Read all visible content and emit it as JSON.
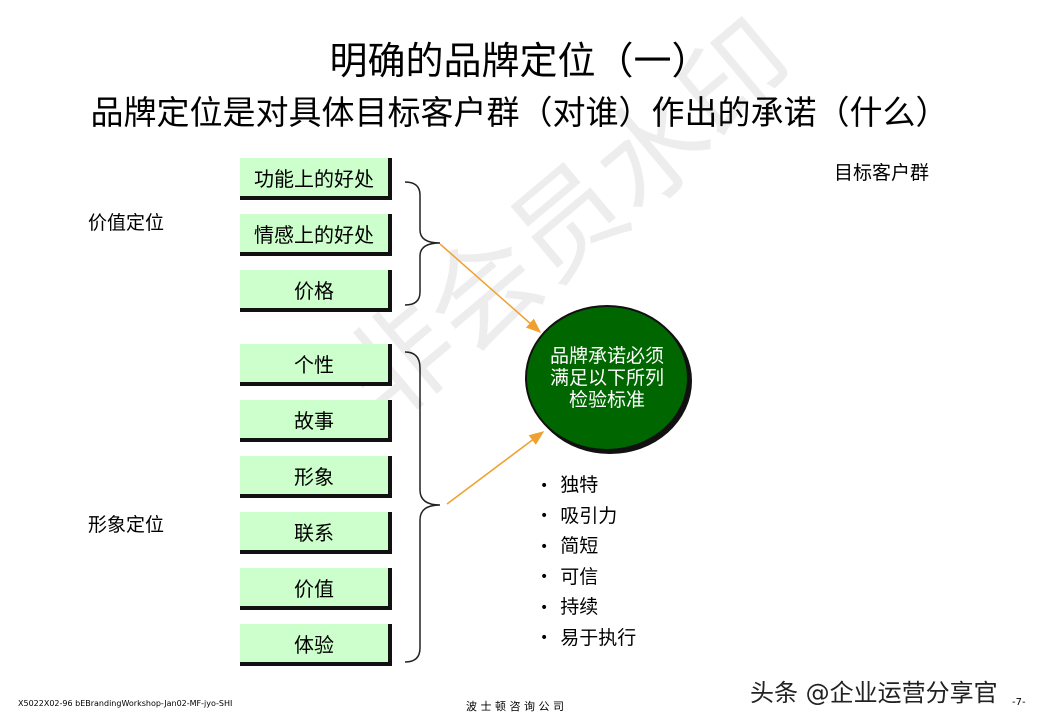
{
  "title": "明确的品牌定位（一）",
  "subtitle": "品牌定位是对具体目标客户群（对谁）作出的承诺（什么）",
  "value_positioning": {
    "label": "价值定位",
    "items": [
      "功能上的好处",
      "情感上的好处",
      "价格"
    ]
  },
  "image_positioning": {
    "label": "形象定位",
    "items": [
      "个性",
      "故事",
      "形象",
      "联系",
      "价值",
      "体验"
    ]
  },
  "target_label": "目标客户群",
  "promise": "品牌承诺必须满足以下所列检验标准",
  "criteria": [
    "独特",
    "吸引力",
    "简短",
    "可信",
    "持续",
    "易于执行"
  ],
  "watermark": "非会员水印",
  "footer": {
    "left": "X5022X02-96 bEBrandingWorkshop-Jan02-MF-jyo-SHI",
    "center": "波 士 顿 咨 询 公 司",
    "page": "-7-",
    "credit": "头条 @企业运营分享官"
  },
  "colors": {
    "box_fill": "#ccffcc",
    "circle_fill": "#006600",
    "arrow": "#f0a030"
  }
}
